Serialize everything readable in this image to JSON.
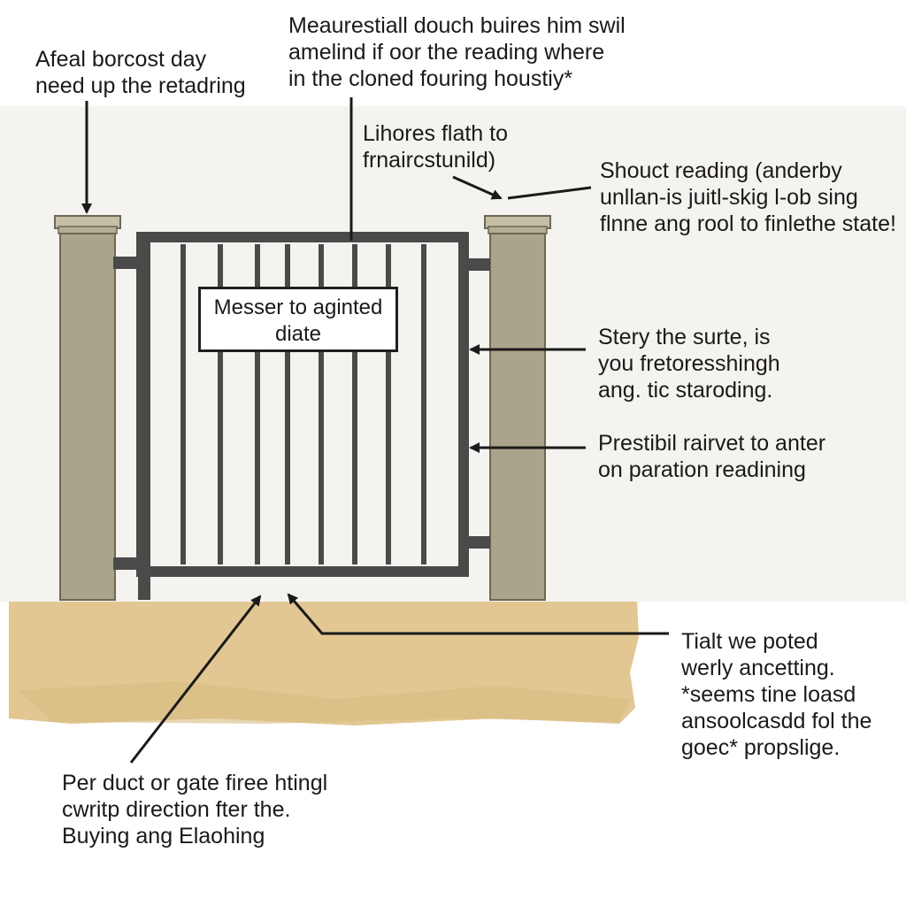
{
  "labels": {
    "top_left": [
      "Afeal borcost day",
      "need up the retadring"
    ],
    "top_center": [
      "Meaurestiall douch buires him swil",
      "amelind if oor the reading where",
      "in the cloned fouring houstiy*"
    ],
    "mid_center": [
      "Lihores flath to",
      "frnaircstunild)"
    ],
    "right_top": [
      "Shouct reading (anderby",
      "unllan-is juitl-skig l-ob sing",
      "flnne ang rool to finlethe state!"
    ],
    "right_mid": [
      "Stery the surte, is",
      "you fretoresshingh",
      "ang. tic staroding."
    ],
    "right_lower": [
      "Prestibil rairvet to anter",
      "on paration readining"
    ],
    "right_bottom": [
      "Tialt we poted",
      "werly ancetting.",
      "*seems tine loasd",
      "ansoolcasdd fol the",
      "goec* propslige."
    ],
    "bottom_left": [
      "Per duct or gate firee htingl",
      "cwritp direction fter the.",
      "Buying ang Elaohing"
    ]
  },
  "sign": [
    "Messer to aginted",
    "diate"
  ],
  "colors": {
    "post": "#a9a48b",
    "post_cap": "#c4bfa5",
    "gate_frame": "#4a4a4a",
    "ground": "#e2c792",
    "wall": "#f4f3ef",
    "ink": "#1a1a1a"
  }
}
